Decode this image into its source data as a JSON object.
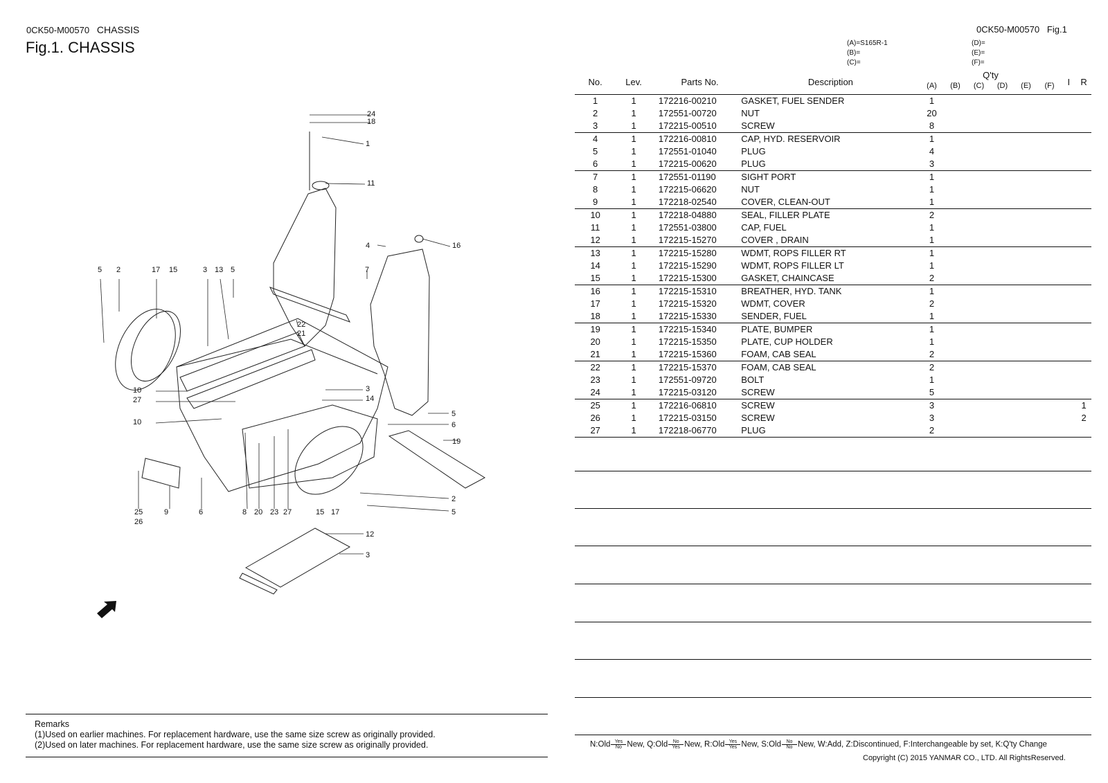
{
  "header": {
    "left_code": "0CK50-M00570",
    "left_title": "CHASSIS",
    "fig_title": "Fig.1.  CHASSIS",
    "right_code": "0CK50-M00570",
    "right_fig": "Fig.1"
  },
  "models": {
    "a": "(A)=S165R-1",
    "b": "(B)=",
    "c": "(C)=",
    "d": "(D)=",
    "e": "(E)=",
    "f": "(F)="
  },
  "table": {
    "headers": {
      "no": "No.",
      "lev": "Lev.",
      "parts_no": "Parts No.",
      "description": "Description",
      "qty": "Q'ty",
      "qa": "(A)",
      "qb": "(B)",
      "qc": "(C)",
      "qd": "(D)",
      "qe": "(E)",
      "qf": "(F)",
      "i": "I",
      "r": "R"
    },
    "rows": [
      {
        "no": "1",
        "lev": "1",
        "part": "172216-00210",
        "desc": "GASKET, FUEL SENDER",
        "qa": "1",
        "r": ""
      },
      {
        "no": "2",
        "lev": "1",
        "part": "172551-00720",
        "desc": "NUT",
        "qa": "20",
        "r": ""
      },
      {
        "no": "3",
        "lev": "1",
        "part": "172215-00510",
        "desc": "SCREW",
        "qa": "8",
        "r": ""
      },
      {
        "no": "4",
        "lev": "1",
        "part": "172216-00810",
        "desc": "CAP, HYD. RESERVOIR",
        "qa": "1",
        "r": ""
      },
      {
        "no": "5",
        "lev": "1",
        "part": "172551-01040",
        "desc": "PLUG",
        "qa": "4",
        "r": ""
      },
      {
        "no": "6",
        "lev": "1",
        "part": "172215-00620",
        "desc": "PLUG",
        "qa": "3",
        "r": ""
      },
      {
        "no": "7",
        "lev": "1",
        "part": "172551-01190",
        "desc": "SIGHT PORT",
        "qa": "1",
        "r": ""
      },
      {
        "no": "8",
        "lev": "1",
        "part": "172215-06620",
        "desc": "NUT",
        "qa": "1",
        "r": ""
      },
      {
        "no": "9",
        "lev": "1",
        "part": "172218-02540",
        "desc": "COVER, CLEAN-OUT",
        "qa": "1",
        "r": ""
      },
      {
        "no": "10",
        "lev": "1",
        "part": "172218-04880",
        "desc": "SEAL, FILLER PLATE",
        "qa": "2",
        "r": ""
      },
      {
        "no": "11",
        "lev": "1",
        "part": "172551-03800",
        "desc": "CAP, FUEL",
        "qa": "1",
        "r": ""
      },
      {
        "no": "12",
        "lev": "1",
        "part": "172215-15270",
        "desc": "COVER , DRAIN",
        "qa": "1",
        "r": ""
      },
      {
        "no": "13",
        "lev": "1",
        "part": "172215-15280",
        "desc": "WDMT, ROPS FILLER RT",
        "qa": "1",
        "r": ""
      },
      {
        "no": "14",
        "lev": "1",
        "part": "172215-15290",
        "desc": "WDMT, ROPS FILLER LT",
        "qa": "1",
        "r": ""
      },
      {
        "no": "15",
        "lev": "1",
        "part": "172215-15300",
        "desc": "GASKET, CHAINCASE",
        "qa": "2",
        "r": ""
      },
      {
        "no": "16",
        "lev": "1",
        "part": "172215-15310",
        "desc": "BREATHER, HYD. TANK",
        "qa": "1",
        "r": ""
      },
      {
        "no": "17",
        "lev": "1",
        "part": "172215-15320",
        "desc": "WDMT, COVER",
        "qa": "2",
        "r": ""
      },
      {
        "no": "18",
        "lev": "1",
        "part": "172215-15330",
        "desc": "SENDER, FUEL",
        "qa": "1",
        "r": ""
      },
      {
        "no": "19",
        "lev": "1",
        "part": "172215-15340",
        "desc": "PLATE, BUMPER",
        "qa": "1",
        "r": ""
      },
      {
        "no": "20",
        "lev": "1",
        "part": "172215-15350",
        "desc": "PLATE, CUP HOLDER",
        "qa": "1",
        "r": ""
      },
      {
        "no": "21",
        "lev": "1",
        "part": "172215-15360",
        "desc": "FOAM, CAB SEAL",
        "qa": "2",
        "r": ""
      },
      {
        "no": "22",
        "lev": "1",
        "part": "172215-15370",
        "desc": "FOAM, CAB SEAL",
        "qa": "2",
        "r": ""
      },
      {
        "no": "23",
        "lev": "1",
        "part": "172551-09720",
        "desc": "BOLT",
        "qa": "1",
        "r": ""
      },
      {
        "no": "24",
        "lev": "1",
        "part": "172215-03120",
        "desc": "SCREW",
        "qa": "5",
        "r": ""
      },
      {
        "no": "25",
        "lev": "1",
        "part": "172216-06810",
        "desc": "SCREW",
        "qa": "3",
        "r": "1"
      },
      {
        "no": "26",
        "lev": "1",
        "part": "172215-03150",
        "desc": "SCREW",
        "qa": "3",
        "r": "2"
      },
      {
        "no": "27",
        "lev": "1",
        "part": "172218-06770",
        "desc": "PLUG",
        "qa": "2",
        "r": ""
      }
    ]
  },
  "diagram_callouts": [
    "24",
    "18",
    "1",
    "11",
    "16",
    "4",
    "7",
    "5",
    "2",
    "17",
    "15",
    "3",
    "13",
    "5",
    "22",
    "21",
    "10",
    "27",
    "10",
    "3",
    "14",
    "5",
    "6",
    "19",
    "2",
    "5",
    "25",
    "26",
    "9",
    "6",
    "8",
    "20",
    "23",
    "27",
    "15",
    "17",
    "12",
    "3"
  ],
  "remarks": {
    "title": "Remarks",
    "line1": "(1)Used on earlier machines. For replacement hardware, use the same size screw as originally provided.",
    "line2": "(2)Used on later machines. For replacement hardware, use the same size screw as originally provided."
  },
  "footer": {
    "n_label": "N:Old",
    "n_new": "New,",
    "q_label": "Q:Old",
    "q_new": "New,",
    "r_label": "R:Old",
    "r_new": "New,",
    "s_label": "S:Old",
    "s_new": "New,",
    "yes": "Yes",
    "no": "No",
    "rest": "W:Add, Z:Discontinued, F:Interchangeable by set, K:Q'ty Change",
    "copyright": "Copyright (C) 2015 YANMAR CO., LTD. All RightsReserved."
  }
}
